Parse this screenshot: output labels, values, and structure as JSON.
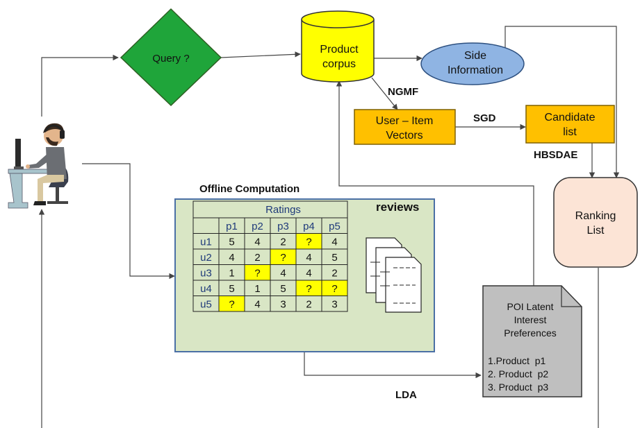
{
  "nodes": {
    "query": "Query ?",
    "product_corpus": [
      "Product",
      "corpus"
    ],
    "side_information": [
      "Side",
      "Information"
    ],
    "user_item_vectors": [
      "User – Item",
      "Vectors"
    ],
    "candidate_list": [
      "Candidate",
      "list"
    ],
    "ranking_list": [
      "Ranking",
      "List"
    ],
    "offline_title": "Offline Computation",
    "reviews": "reviews",
    "poi": {
      "title": [
        "POI Latent",
        "Interest",
        "Preferences"
      ],
      "items": [
        "1.Product  p1",
        "2. Product  p2",
        "3. Product  p3"
      ]
    }
  },
  "edge_labels": {
    "ngmf": "NGMF",
    "sgd": "SGD",
    "hbsdae": "HBSDAE",
    "lda": "LDA"
  },
  "ratings": {
    "title": "Ratings",
    "columns": [
      "p1",
      "p2",
      "p3",
      "p4",
      "p5"
    ],
    "rows": [
      {
        "user": "u1",
        "values": [
          "5",
          "4",
          "2",
          "?",
          "4"
        ]
      },
      {
        "user": "u2",
        "values": [
          "4",
          "2",
          "?",
          "4",
          "5"
        ]
      },
      {
        "user": "u3",
        "values": [
          "1",
          "?",
          "4",
          "4",
          "2"
        ]
      },
      {
        "user": "u4",
        "values": [
          "5",
          "1",
          "5",
          "?",
          "?"
        ]
      },
      {
        "user": "u5",
        "values": [
          "?",
          "4",
          "3",
          "2",
          "3"
        ]
      }
    ],
    "missing_color": "#ffff00"
  },
  "colors": {
    "query": "#1fa53a",
    "corpus": "#ffff00",
    "side_info": "#8fb4e3",
    "vectors": "#ffc000",
    "ranking": "#fce4d6",
    "offline": "#d9e6c5",
    "poi": "#bfbfbf"
  },
  "icons": [
    "user-at-computer-icon",
    "documents-icon"
  ]
}
